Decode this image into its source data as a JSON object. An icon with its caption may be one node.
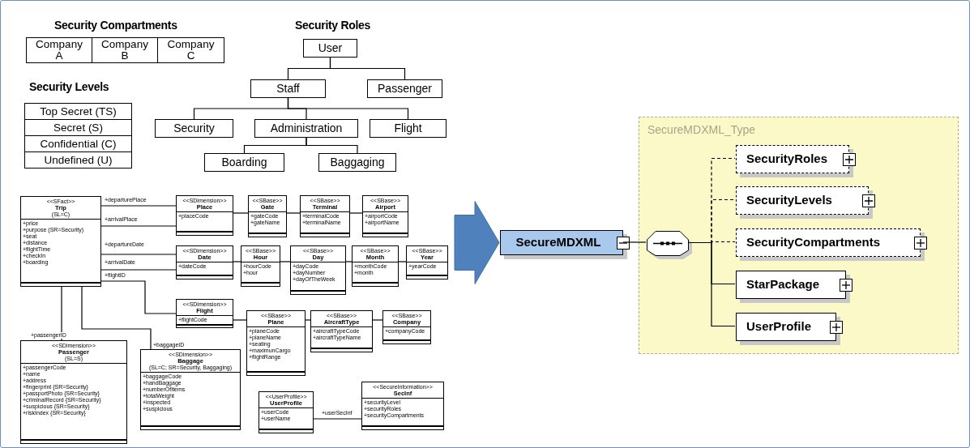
{
  "diagram": {
    "nodes": [
      {
        "text": [
          "Company A"
        ]
      },
      {
        "text": [
          "Company B"
        ]
      },
      {
        "text": [
          "Company C"
        ]
      },
      {
        "text": [
          "Top Secret (TS)"
        ]
      },
      {
        "text": [
          "Secret (S)"
        ]
      },
      {
        "text": [
          "Confidential (C)"
        ]
      },
      {
        "text": [
          "Undefined (U)"
        ]
      },
      {
        "text": [
          "User"
        ]
      },
      {
        "text": [
          "Staff"
        ]
      },
      {
        "text": [
          "Passenger"
        ]
      },
      {
        "text": [
          "Security"
        ]
      },
      {
        "text": [
          "Administration"
        ]
      },
      {
        "text": [
          "Flight"
        ]
      },
      {
        "text": [
          "Boarding"
        ]
      },
      {
        "text": [
          "Baggaging"
        ]
      },
      {
        "text": [
          "<<SFact>>",
          "Trip",
          "(SL=C)",
          "+price",
          "+purpose (SR=Security)",
          "+seat",
          "+distance",
          "+flightTime",
          "+checkIn",
          "+boarding"
        ]
      },
      {
        "text": [
          "<<SDimension>>",
          "Place",
          "+placeCode"
        ]
      },
      {
        "text": [
          "<<SBase>>",
          "Gate",
          "+gateCode",
          "+gateName"
        ]
      },
      {
        "text": [
          "<<SBase>>",
          "Terminal",
          "+terminalCode",
          "+terminalName"
        ]
      },
      {
        "text": [
          "<<SBase>>",
          "Airport",
          "+airportCode",
          "+airportName"
        ]
      },
      {
        "text": [
          "<<SDimension>>",
          "Date",
          "+dateCode"
        ]
      },
      {
        "text": [
          "<<SBase>>",
          "Hour",
          "+hourCode",
          "+hour"
        ]
      },
      {
        "text": [
          "<<SBase>>",
          "Day",
          "+dayCode",
          "+dayNumber",
          "+dayOfTheWeek"
        ]
      },
      {
        "text": [
          "<<SBase>>",
          "Month",
          "+monthCode",
          "+month"
        ]
      },
      {
        "text": [
          "<<SBase>>",
          "Year",
          "+yearCode"
        ]
      },
      {
        "text": [
          "<<SDimension>>",
          "Flight",
          "+flightCode"
        ]
      },
      {
        "text": [
          "<<SBase>>",
          "Plane",
          "+planeCode",
          "+planeName",
          "+seating",
          "+maximunCargo",
          "+flightRange"
        ]
      },
      {
        "text": [
          "<<SBase>>",
          "AircraftType",
          "+aircraftTypeCode",
          "+aircraftTypeName"
        ]
      },
      {
        "text": [
          "<<SBase>>",
          "Company",
          "+companyCode"
        ]
      },
      {
        "text": [
          "<<SDimension>>",
          "Passenger",
          "(SL=S)",
          "+passengerCode",
          "+name",
          "+address",
          "+fingerprint {SR=Security}",
          "+passportPhoto {SR=Security}",
          "+criminalRecord {SR=Security}",
          "+suspicious {SR=Security}",
          "+riskIndex {SR=Security}"
        ]
      },
      {
        "text": [
          "<<SDimension>>",
          "Baggage",
          "(SL=C; SR=Security, Baggaging)",
          "+baggageCode",
          "+handBaggage",
          "+numberOfItems",
          "+totalWeight",
          "+inspected",
          "+suspicious"
        ]
      },
      {
        "text": [
          "<<UserProfile>>",
          "UserProfile",
          "+userCode",
          "+userName"
        ]
      },
      {
        "text": [
          "<<SecureInformation>>",
          "SecInf",
          "+securityLevel",
          "+securityRoles",
          "+securityCompartments"
        ]
      },
      {
        "text": [
          "SecureMDXML"
        ]
      },
      {
        "text": [
          "SecureMDXML_Type"
        ]
      },
      {
        "text": [],
        "shape": "octagon",
        "in": 34
      },
      {
        "text": [
          "SecurityRoles"
        ],
        "in": 34
      },
      {
        "text": [
          "SecurityLevels"
        ],
        "in": 34
      },
      {
        "text": [
          "SecurityCompartments"
        ],
        "in": 34
      },
      {
        "text": [
          "StarPackage"
        ],
        "in": 34
      },
      {
        "text": [
          "UserProfile"
        ],
        "in": 34
      }
    ],
    "edges": [
      {
        "from": 7,
        "to": 8,
        "arrow": "none"
      },
      {
        "from": 7,
        "to": 9,
        "arrow": "none"
      },
      {
        "from": 8,
        "to": 10,
        "arrow": "none"
      },
      {
        "from": 8,
        "to": 11,
        "arrow": "none"
      },
      {
        "from": 8,
        "to": 12,
        "arrow": "none"
      },
      {
        "from": 11,
        "to": 13,
        "arrow": "none"
      },
      {
        "from": 11,
        "to": 14,
        "arrow": "none"
      },
      {
        "from": 15,
        "to": 16,
        "arrow": "none",
        "label": "+departurePlace"
      },
      {
        "from": 15,
        "to": 16,
        "arrow": "none",
        "label": "+arrivalPlace"
      },
      {
        "from": 16,
        "to": 17,
        "arrow": "none"
      },
      {
        "from": 17,
        "to": 18,
        "arrow": "none"
      },
      {
        "from": 18,
        "to": 19,
        "arrow": "none"
      },
      {
        "from": 15,
        "to": 20,
        "arrow": "none",
        "label": "+departureDate"
      },
      {
        "from": 15,
        "to": 20,
        "arrow": "none",
        "label": "+arrivalDate"
      },
      {
        "from": 20,
        "to": 21,
        "arrow": "none"
      },
      {
        "from": 21,
        "to": 22,
        "arrow": "none"
      },
      {
        "from": 22,
        "to": 23,
        "arrow": "none"
      },
      {
        "from": 23,
        "to": 24,
        "arrow": "none"
      },
      {
        "from": 15,
        "to": 25,
        "arrow": "none",
        "label": "+flightID"
      },
      {
        "from": 25,
        "to": 26,
        "arrow": "none"
      },
      {
        "from": 26,
        "to": 27,
        "arrow": "none"
      },
      {
        "from": 27,
        "to": 28,
        "arrow": "none"
      },
      {
        "from": 15,
        "to": 29,
        "arrow": "none",
        "label": "+passengerID"
      },
      {
        "from": 15,
        "to": 30,
        "arrow": "none",
        "label": "+baggageID"
      },
      {
        "from": 31,
        "to": 32,
        "arrow": "none",
        "label": "+userSecInf"
      },
      {
        "from": null,
        "to": 33,
        "arrow": "to",
        "style": "thick",
        "color": "#4f81bd"
      },
      {
        "from": 33,
        "to": 35,
        "arrow": "none"
      },
      {
        "from": 35,
        "to": 36,
        "arrow": "none",
        "style": "dashed"
      },
      {
        "from": 35,
        "to": 37,
        "arrow": "none",
        "style": "dashed"
      },
      {
        "from": 35,
        "to": 38,
        "arrow": "none",
        "style": "dashed"
      },
      {
        "from": 35,
        "to": 39,
        "arrow": "none"
      },
      {
        "from": 35,
        "to": 40,
        "arrow": "none"
      }
    ],
    "labels": [
      "Security Compartments",
      "Security Roles",
      "Security Levels"
    ]
  }
}
